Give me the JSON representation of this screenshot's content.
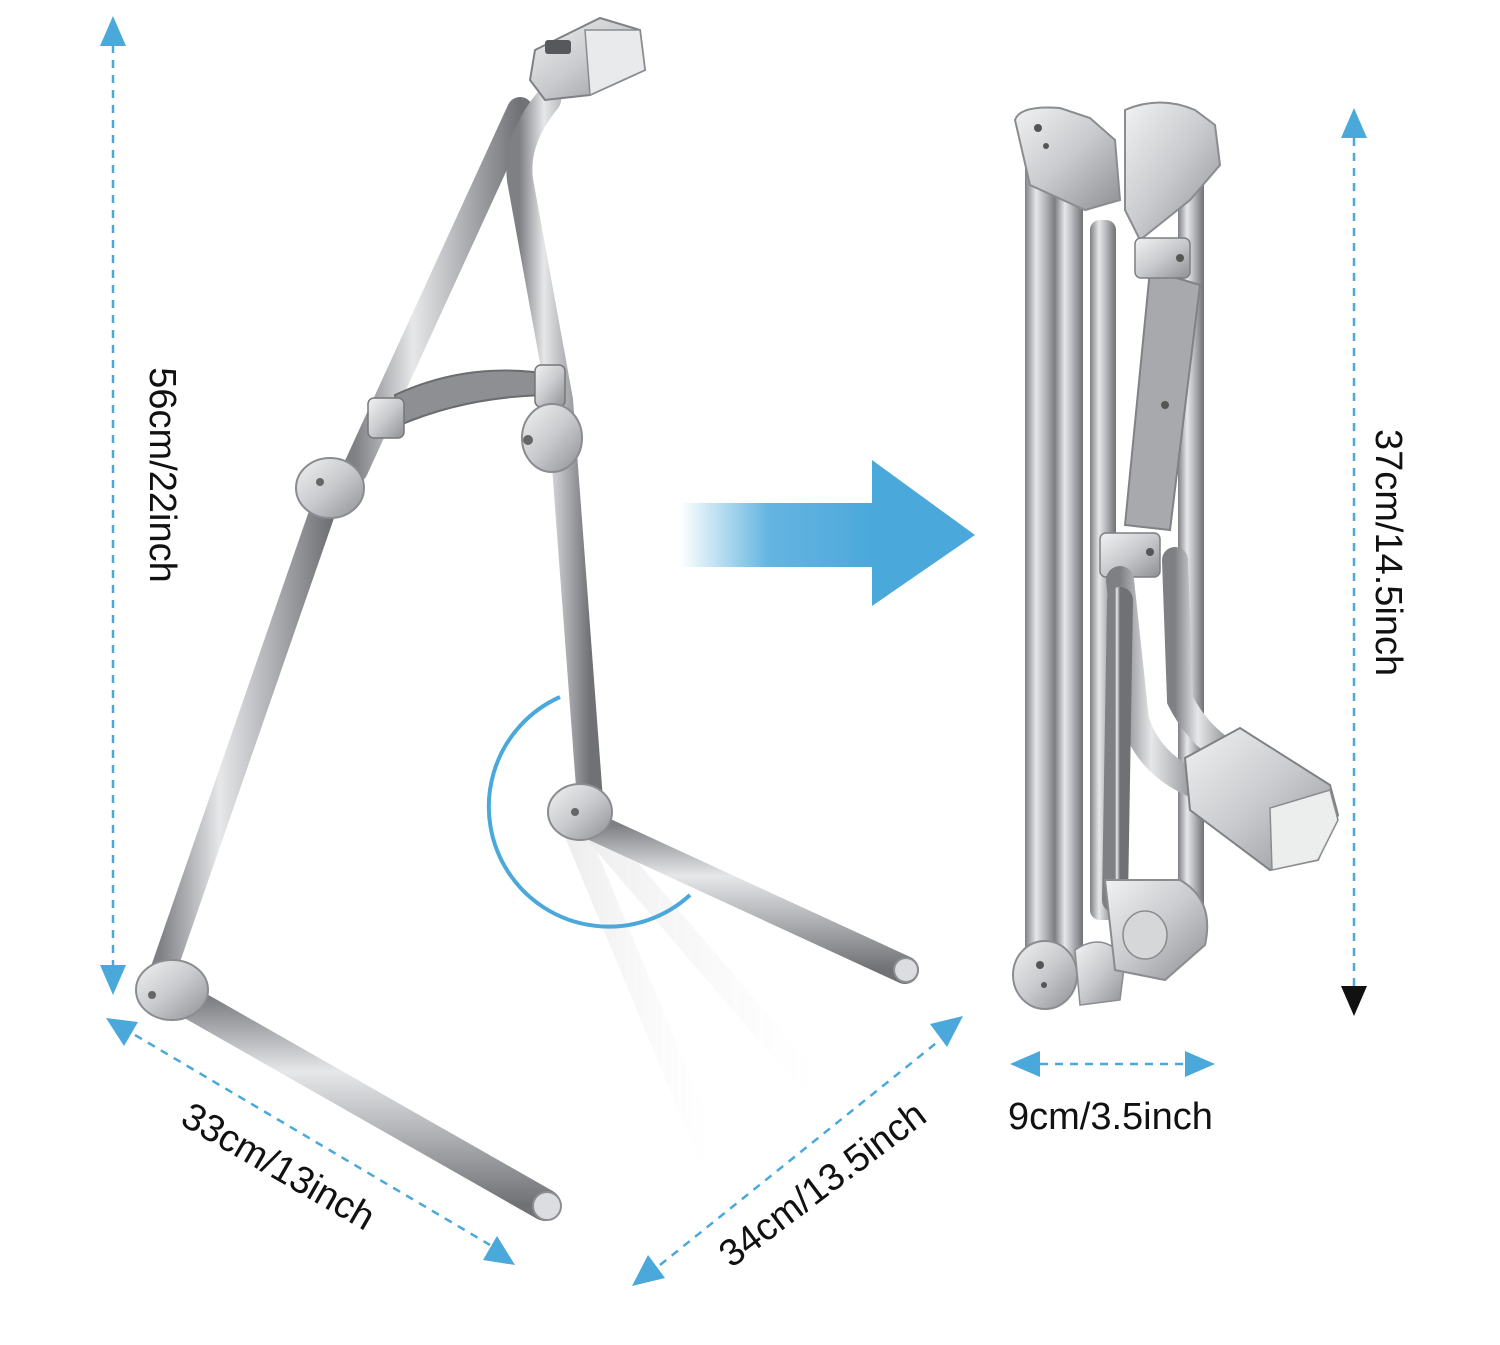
{
  "dimensions": {
    "open_height": "56cm/22inch",
    "base_width": "33cm/13inch",
    "base_depth": "34cm/13.5inch",
    "folded_height": "37cm/14.5inch",
    "folded_width": "9cm/3.5inch"
  },
  "colors": {
    "accent_blue": "#4aa8db",
    "steel_light": "#d9dadc",
    "steel_dark": "#8c8e92",
    "text": "#111111",
    "background": "#ffffff"
  },
  "icons": {
    "transform_arrow": "arrow-right-icon"
  }
}
